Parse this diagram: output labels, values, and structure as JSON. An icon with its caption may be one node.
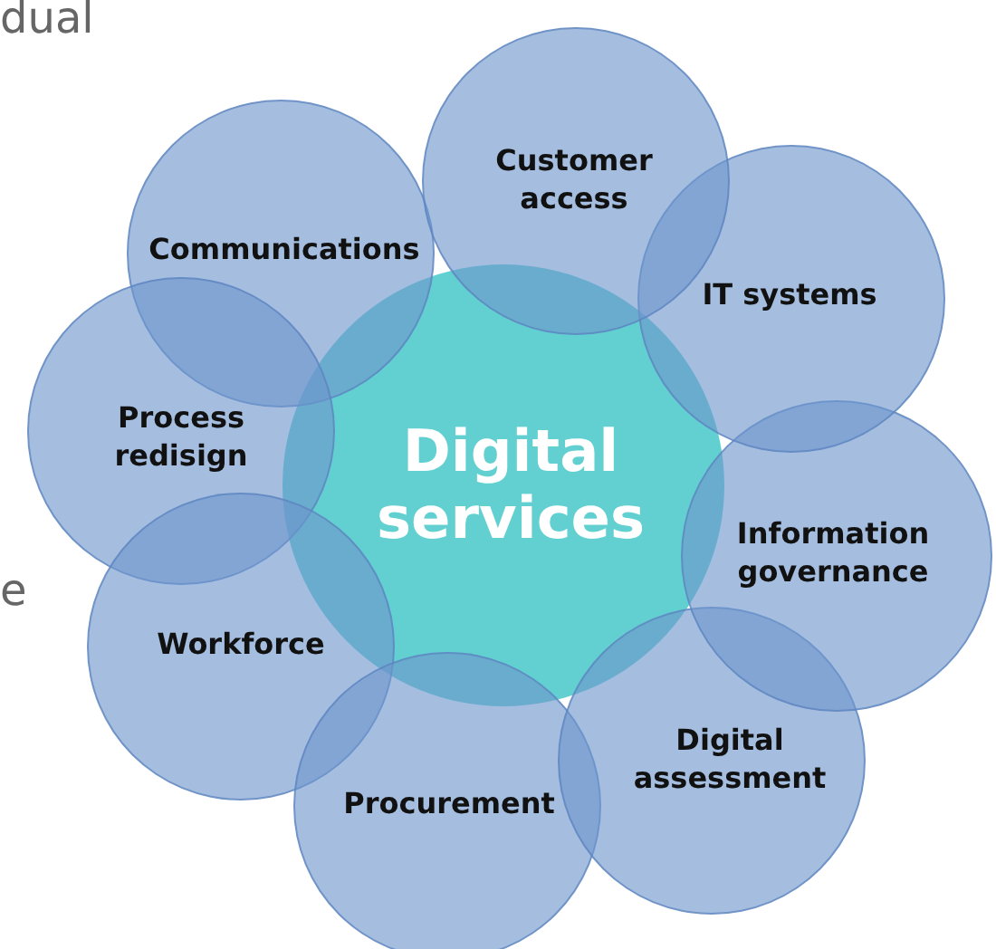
{
  "diagram": {
    "nodes": [
      {
        "text": [
          "Digital services"
        ]
      },
      {
        "text": [
          "Customer access"
        ]
      },
      {
        "text": [
          "IT systems"
        ]
      },
      {
        "text": [
          "Information governance"
        ]
      },
      {
        "text": [
          "Digital assessment"
        ]
      },
      {
        "text": [
          "Procurement"
        ]
      },
      {
        "text": [
          "Workforce"
        ]
      },
      {
        "text": [
          "Process redisign"
        ]
      },
      {
        "text": [
          "Communications"
        ]
      }
    ],
    "edges": [],
    "labels": [
      "dual",
      "e"
    ]
  }
}
